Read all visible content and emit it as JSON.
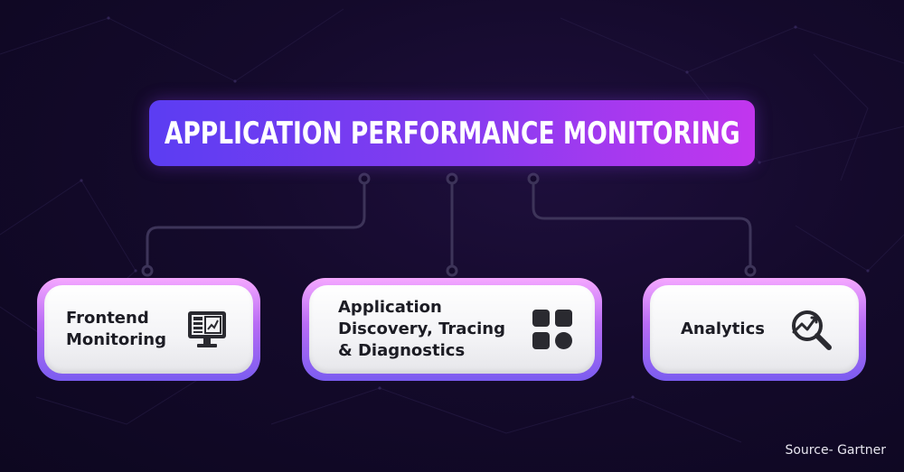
{
  "title": "APPLICATION PERFORMANCE MONITORING",
  "cards": [
    {
      "label": "Frontend\nMonitoring",
      "icon": "monitor-dashboard-icon"
    },
    {
      "label": "Application\nDiscovery, Tracing\n& Diagnostics",
      "icon": "app-grid-icon"
    },
    {
      "label": "Analytics",
      "icon": "analytics-search-icon"
    }
  ],
  "source": "Source- Gartner",
  "colors": {
    "background": "#140a2b",
    "title_gradient_start": "#5b3df2",
    "title_gradient_end": "#c236ee",
    "card_frame": "#b86cf5",
    "connector": "#3d3459",
    "text_dark": "#1c1c24"
  }
}
